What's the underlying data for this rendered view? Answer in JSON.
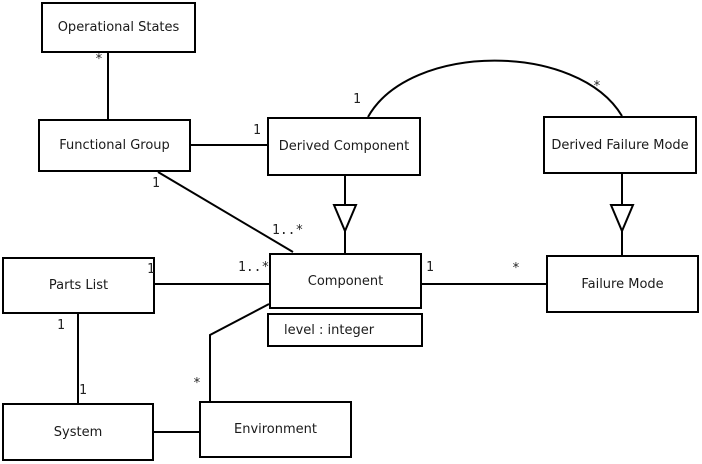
{
  "diagram": {
    "type": "uml-class-diagram",
    "colors": {
      "line": "#000000",
      "background": "#ffffff",
      "text": "#1a1a1a"
    },
    "nodes": {
      "operational_states": {
        "label": "Operational States"
      },
      "functional_group": {
        "label": "Functional Group"
      },
      "derived_component": {
        "label": "Derived Component"
      },
      "derived_failure_mode": {
        "label": "Derived Failure Mode"
      },
      "parts_list": {
        "label": "Parts List"
      },
      "component": {
        "label": "Component",
        "attribute": "level : integer"
      },
      "failure_mode": {
        "label": "Failure Mode"
      },
      "system": {
        "label": "System"
      },
      "environment": {
        "label": "Environment"
      }
    },
    "multiplicities": {
      "os_star": {
        "text": "*"
      },
      "fg_dc_1": {
        "text": "1"
      },
      "fg_diag_1": {
        "text": "1"
      },
      "diag_1star": {
        "text": "1..*"
      },
      "arc_1": {
        "text": "1"
      },
      "arc_star": {
        "text": "*"
      },
      "pl_1": {
        "text": "1"
      },
      "pl_1star": {
        "text": "1..*"
      },
      "cf_1": {
        "text": "1"
      },
      "cf_star": {
        "text": "*"
      },
      "pl_sys_1": {
        "text": "1"
      },
      "sys_1": {
        "text": "1"
      },
      "env_star": {
        "text": "*"
      }
    },
    "relationships": [
      {
        "from": "Operational States",
        "to": "Functional Group",
        "type": "association",
        "end_labels": {
          "Operational States": "*"
        }
      },
      {
        "from": "Functional Group",
        "to": "Derived Component",
        "type": "association",
        "end_labels": {
          "Derived Component": "1"
        }
      },
      {
        "from": "Functional Group",
        "to": "Component",
        "type": "association",
        "end_labels": {
          "Functional Group": "1",
          "Component": "1..*"
        }
      },
      {
        "from": "Derived Component",
        "to": "Derived Failure Mode",
        "type": "association-arc",
        "end_labels": {
          "Derived Component": "1",
          "Derived Failure Mode": "*"
        }
      },
      {
        "from": "Derived Component",
        "to": "Component",
        "type": "generalization",
        "parent": "Component"
      },
      {
        "from": "Derived Failure Mode",
        "to": "Failure Mode",
        "type": "generalization",
        "parent": "Failure Mode"
      },
      {
        "from": "Parts List",
        "to": "Component",
        "type": "association",
        "end_labels": {
          "Parts List": "1",
          "Component": "1..*"
        }
      },
      {
        "from": "Component",
        "to": "Failure Mode",
        "type": "association",
        "end_labels": {
          "Component": "1",
          "Failure Mode": "*"
        }
      },
      {
        "from": "Parts List",
        "to": "System",
        "type": "association",
        "end_labels": {
          "Parts List": "1",
          "System": "1"
        }
      },
      {
        "from": "System",
        "to": "Environment",
        "type": "association",
        "end_labels": {}
      },
      {
        "from": "Environment",
        "to": "Component",
        "type": "association",
        "end_labels": {
          "Environment": "*"
        }
      }
    ]
  }
}
